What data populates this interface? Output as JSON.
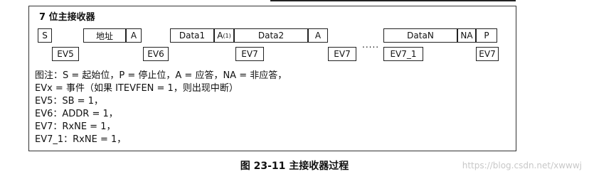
{
  "title": "7 位主接收器",
  "seq_top": {
    "s": "S",
    "addr": "地址",
    "a1": "A",
    "data1": "Data1",
    "a2": "A",
    "a2_sup": "(1)",
    "data2": "Data2",
    "a3": "A",
    "ellipsis": ".....",
    "datan": "DataN",
    "na": "NA",
    "p": "P"
  },
  "seq_bottom": {
    "ev5": "EV5",
    "ev6": "EV6",
    "ev7a": "EV7",
    "ev7b": "EV7",
    "ev7_1": "EV7_1",
    "ev7c": "EV7"
  },
  "notes": [
    "图注：S = 起始位，P = 停止位，A = 应答，NA = 非应答，",
    "EVx = 事件（如果 ITEVFEN = 1，则出现中断）",
    "EV5：SB = 1，",
    "EV6：ADDR = 1，",
    "EV7：RxNE = 1，",
    "EV7_1：RxNE = 1，"
  ],
  "caption": "图 23-11 主接收器过程",
  "watermark": "https://blog.csdn.net/xwwwj"
}
